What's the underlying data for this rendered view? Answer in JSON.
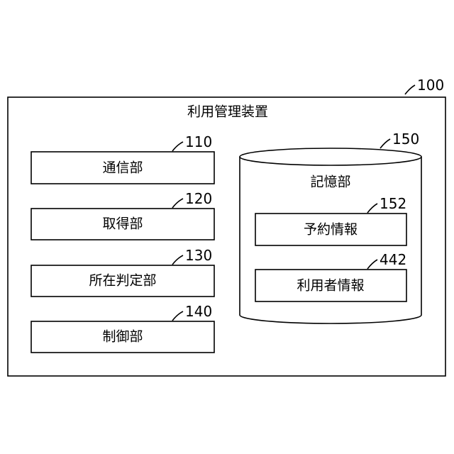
{
  "device": {
    "title": "利用管理装置",
    "ref": "100"
  },
  "units": [
    {
      "id": "communication",
      "label": "通信部",
      "ref": "110"
    },
    {
      "id": "acquisition",
      "label": "取得部",
      "ref": "120"
    },
    {
      "id": "location-determination",
      "label": "所在判定部",
      "ref": "130"
    },
    {
      "id": "control",
      "label": "制御部",
      "ref": "140"
    }
  ],
  "storage": {
    "label": "記憶部",
    "ref": "150",
    "items": [
      {
        "id": "reservation-info",
        "label": "予約情報",
        "ref": "152"
      },
      {
        "id": "user-info",
        "label": "利用者情報",
        "ref": "442"
      }
    ]
  }
}
